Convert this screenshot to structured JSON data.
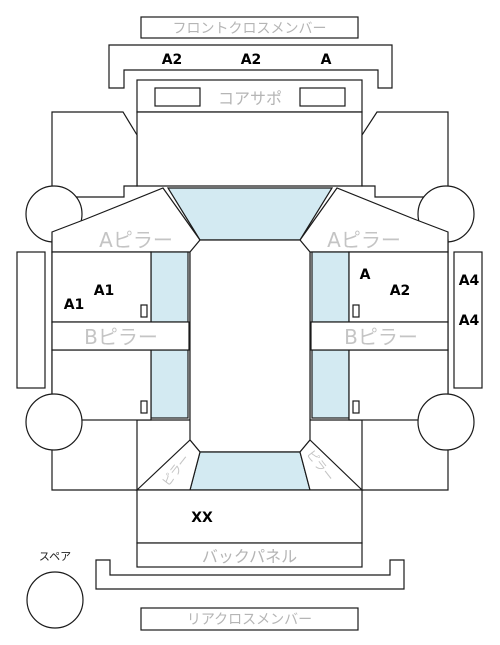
{
  "labels": {
    "front_cross_member": "フロントクロスメンバー",
    "core_support": "コアサポ",
    "a_pillar_left": "Aピラー",
    "a_pillar_right": "Aピラー",
    "b_pillar_left": "Bピラー",
    "b_pillar_right": "Bピラー",
    "back_panel": "バックパネル",
    "rear_cross_member": "リアクロスメンバー",
    "spare": "スペア",
    "rear_left_corner": "ピラー",
    "rear_right_corner": "ピラー"
  },
  "grades": {
    "front_member_1": "A2",
    "front_member_2": "A2",
    "front_member_3": "A",
    "left_upper_a": "A1",
    "left_upper_b": "A1",
    "right_upper_a": "A",
    "right_upper_b": "A2",
    "right_side_a": "A4",
    "right_side_b": "A4",
    "trunk": "XX"
  },
  "colors": {
    "glass": "#d3eaf2",
    "outline": "#1a1a1a",
    "label_grey": "#b5b5b5"
  }
}
